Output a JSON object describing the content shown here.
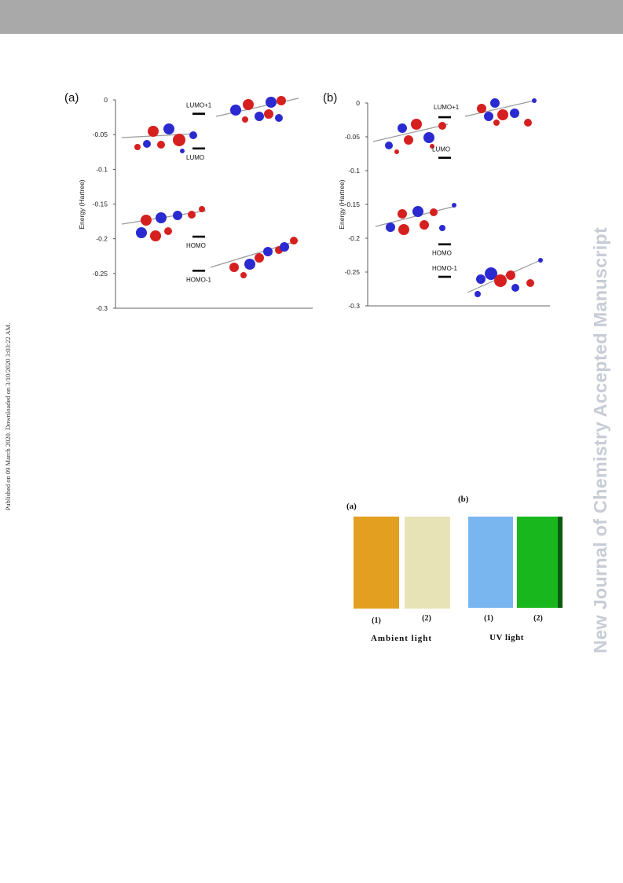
{
  "header": {
    "bar_color": "#a9a9a9"
  },
  "side_note": "Published on 09 March 2020. Downloaded on 3/10/2020 3:03:22 AM.",
  "watermark": "New Journal of Chemistry Accepted Manuscript",
  "figure1": {
    "panels": [
      {
        "label": "(a)",
        "ylabel": "Energy (Hartree)",
        "ticks": [
          "0",
          "-0.05",
          "-0.1",
          "-0.15",
          "-0.2",
          "-0.25",
          "-0.3"
        ],
        "levels": [
          "LUMO+1",
          "LUMO",
          "HOMO",
          "HOMO-1"
        ]
      },
      {
        "label": "(b)",
        "ylabel": "Energy (Hartree)",
        "ticks": [
          "0",
          "-0.05",
          "-0.1",
          "-0.15",
          "-0.2",
          "-0.25",
          "-0.3"
        ],
        "levels": [
          "LUMO+1",
          "LUMO",
          "HOMO",
          "HOMO-1"
        ]
      }
    ]
  },
  "chart_data": [
    {
      "type": "scatter",
      "ylim": [
        -0.3,
        0
      ],
      "ylabel": "Energy (Hartree)",
      "categories": [
        "LUMO+1",
        "LUMO",
        "HOMO",
        "HOMO-1"
      ],
      "values": [
        -0.02,
        -0.07,
        -0.197,
        -0.246
      ]
    },
    {
      "type": "scatter",
      "ylim": [
        -0.3,
        0
      ],
      "ylabel": "Energy (Hartree)",
      "categories": [
        "LUMO+1",
        "LUMO",
        "HOMO",
        "HOMO-1"
      ],
      "values": [
        -0.021,
        -0.081,
        -0.209,
        -0.257
      ]
    }
  ],
  "figure2": {
    "label_a": "(a)",
    "label_b": "(b)",
    "sample_1": "(1)",
    "sample_2": "(2)",
    "caption_a": "Ambient light",
    "caption_b": "UV light",
    "colors": {
      "ambient_1": "#e39f1f",
      "ambient_2": "#e8e3b6",
      "uv_1": "#79b6ef",
      "uv_2": "#18b71e"
    }
  }
}
